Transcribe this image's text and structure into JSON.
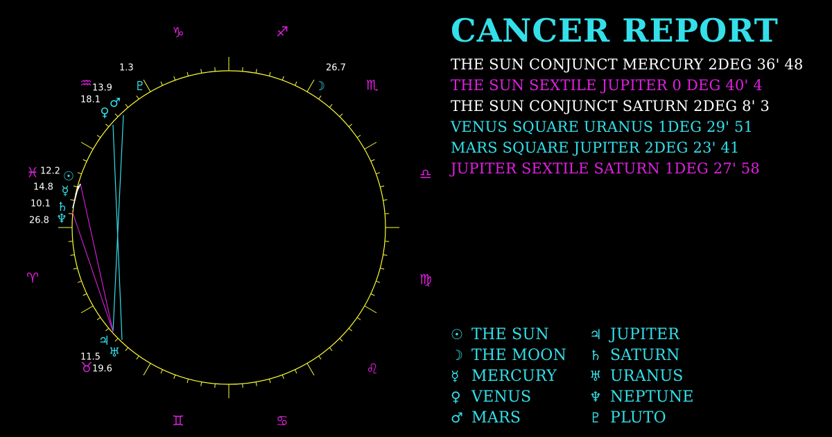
{
  "title": "CANCER REPORT",
  "colors": {
    "background": "#000000",
    "cyan": "#33e0ea",
    "magenta": "#e020e0",
    "white": "#ffffff",
    "yellow": "#ffff33"
  },
  "aspects": [
    {
      "text": "THE SUN CONJUNCT MERCURY 2DEG 36' 48",
      "color": "#ffffff"
    },
    {
      "text": "THE SUN SEXTILE JUPITER 0 DEG 40' 4",
      "color": "#e020e0"
    },
    {
      "text": "THE SUN CONJUNCT SATURN 2DEG 8' 3",
      "color": "#ffffff"
    },
    {
      "text": "VENUS SQUARE URANUS 1DEG 29' 51",
      "color": "#33e0ea"
    },
    {
      "text": "MARS SQUARE JUPITER 2DEG 23' 41",
      "color": "#33e0ea"
    },
    {
      "text": "JUPITER SEXTILE SATURN 1DEG 27' 58",
      "color": "#e020e0"
    }
  ],
  "legend": [
    {
      "glyph": "☉",
      "label": "THE SUN",
      "icon": "sun-icon"
    },
    {
      "glyph": "☽",
      "label": "THE MOON",
      "icon": "moon-icon"
    },
    {
      "glyph": "☿",
      "label": "MERCURY",
      "icon": "mercury-icon"
    },
    {
      "glyph": "♀",
      "label": "VENUS",
      "icon": "venus-icon"
    },
    {
      "glyph": "♂",
      "label": "MARS",
      "icon": "mars-icon"
    },
    {
      "glyph": "♃",
      "label": "JUPITER",
      "icon": "jupiter-icon"
    },
    {
      "glyph": "♄",
      "label": "SATURN",
      "icon": "saturn-icon"
    },
    {
      "glyph": "♅",
      "label": "URANUS",
      "icon": "uranus-icon"
    },
    {
      "glyph": "♆",
      "label": "NEPTUNE",
      "icon": "neptune-icon"
    },
    {
      "glyph": "♇",
      "label": "PLUTO",
      "icon": "pluto-icon"
    }
  ],
  "wheel": {
    "signs": [
      {
        "glyph": "♑",
        "name": "capricorn-icon"
      },
      {
        "glyph": "♐",
        "name": "sagittarius-icon"
      },
      {
        "glyph": "♏",
        "name": "scorpio-icon"
      },
      {
        "glyph": "♎",
        "name": "libra-icon"
      },
      {
        "glyph": "♍",
        "name": "virgo-icon"
      },
      {
        "glyph": "♌",
        "name": "leo-icon"
      },
      {
        "glyph": "♋",
        "name": "cancer-icon"
      },
      {
        "glyph": "♊",
        "name": "gemini-icon"
      },
      {
        "glyph": "♉",
        "name": "taurus-icon"
      },
      {
        "glyph": "♈",
        "name": "aries-icon"
      },
      {
        "glyph": "♓",
        "name": "pisces-icon"
      },
      {
        "glyph": "♒",
        "name": "aquarius-icon"
      }
    ],
    "planets": [
      {
        "glyph": "♇",
        "icon": "pluto-icon",
        "degree": "1.3"
      },
      {
        "glyph": "☽",
        "icon": "moon-icon",
        "degree": "26.7"
      },
      {
        "glyph": "♀",
        "icon": "venus-icon",
        "degree": "18.1"
      },
      {
        "glyph": "♂",
        "icon": "mars-icon",
        "degree": "13.9"
      },
      {
        "glyph": "☉",
        "icon": "sun-icon",
        "degree": "12.2"
      },
      {
        "glyph": "☿",
        "icon": "mercury-icon",
        "degree": "14.8"
      },
      {
        "glyph": "♄",
        "icon": "saturn-icon",
        "degree": "10.1"
      },
      {
        "glyph": "♆",
        "icon": "neptune-icon",
        "degree": "26.8"
      },
      {
        "glyph": "♃",
        "icon": "jupiter-icon",
        "degree": "11.5"
      },
      {
        "glyph": "♅",
        "icon": "uranus-icon",
        "degree": "19.6"
      }
    ]
  }
}
